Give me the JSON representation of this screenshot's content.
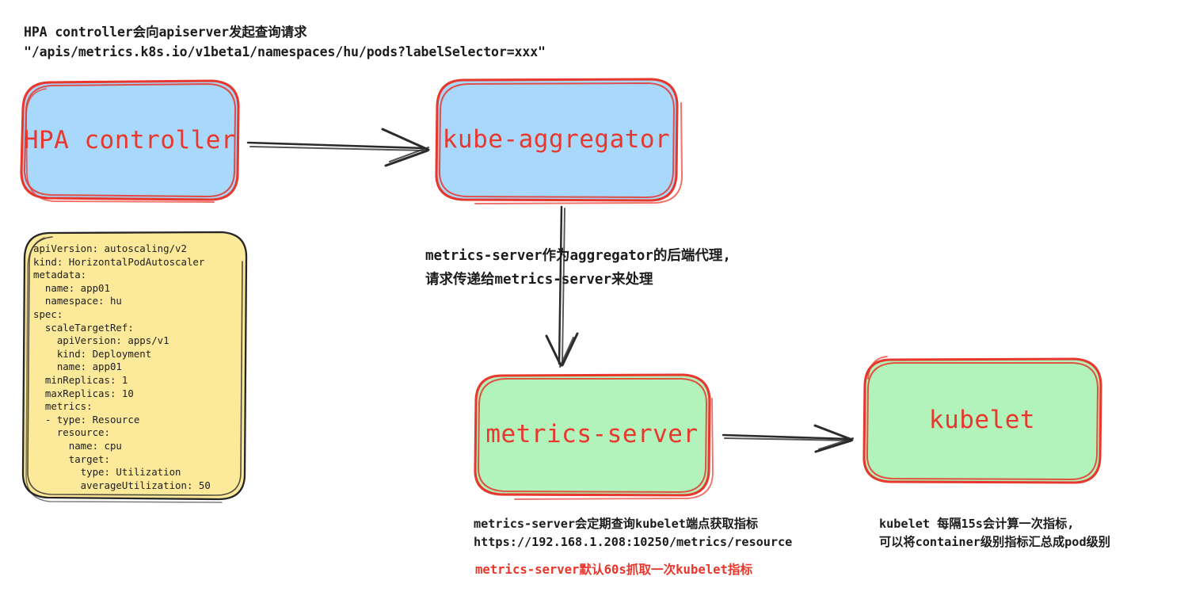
{
  "diagram": {
    "title_note": "HPA controller会向apiserver发起查询请求\n\"/apis/metrics.k8s.io/v1beta1/namespaces/hu/pods?labelSelector=xxx\"",
    "colors": {
      "blue_fill": "#a8d8fb",
      "green_fill": "#b2f2bb",
      "yellow_fill": "#fce99a",
      "node_border_red": "#e8372c",
      "node_label_red": "#e8372c",
      "card_border_dark": "#262626",
      "arrow_dark": "#2b2b2b",
      "text_dark": "#1b1b1b",
      "background": "#ffffff"
    }
  },
  "nodes": [
    {
      "id": "hpa-controller",
      "label": "HPA controller",
      "fill": "blue"
    },
    {
      "id": "kube-aggregator",
      "label": "kube-aggregator",
      "fill": "blue"
    },
    {
      "id": "metrics-server",
      "label": "metrics-server",
      "fill": "green"
    },
    {
      "id": "kubelet",
      "label": "kubelet",
      "fill": "green"
    }
  ],
  "yaml_card": {
    "text": "apiVersion: autoscaling/v2\nkind: HorizontalPodAutoscaler\nmetadata:\n  name: app01\n  namespace: hu\nspec:\n  scaleTargetRef:\n    apiVersion: apps/v1\n    kind: Deployment\n    name: app01\n  minReplicas: 1\n  maxReplicas: 10\n  metrics:\n  - type: Resource\n    resource:\n      name: cpu\n      target:\n        type: Utilization\n        averageUtilization: 50"
  },
  "annotations": {
    "aggregator_proxy": "metrics-server作为aggregator的后端代理,\n请求传递给metrics-server来处理",
    "metrics_scrape": "metrics-server会定期查询kubelet端点获取指标\nhttps://192.168.1.208:10250/metrics/resource",
    "metrics_interval": "metrics-server默认60s抓取一次kubelet指标",
    "kubelet_note": "kubelet 每隔15s会计算一次指标,\n可以将container级别指标汇总成pod级别"
  },
  "arrows": [
    {
      "id": "hpa-to-aggregator",
      "from": "hpa-controller",
      "to": "kube-aggregator",
      "direction": "right"
    },
    {
      "id": "aggregator-to-metrics",
      "from": "kube-aggregator",
      "to": "metrics-server",
      "direction": "down"
    },
    {
      "id": "metrics-to-kubelet",
      "from": "metrics-server",
      "to": "kubelet",
      "direction": "right"
    }
  ]
}
